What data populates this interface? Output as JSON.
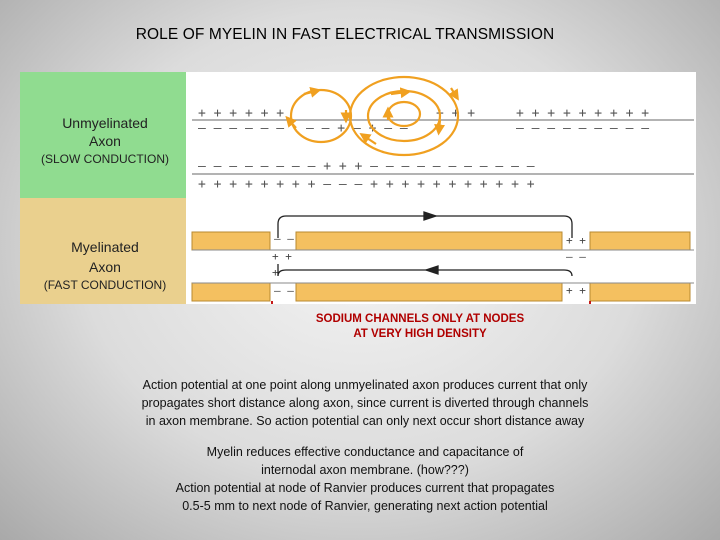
{
  "title": "ROLE OF MYELIN IN FAST ELECTRICAL TRANSMISSION",
  "unmyelinated": {
    "line1": "Unmyelinated",
    "line2": "Axon",
    "speed": "(SLOW CONDUCTION)"
  },
  "myelinated": {
    "line1": "Myelinated",
    "line2": "Axon",
    "speed": "(FAST CONDUCTION)"
  },
  "sodium_note": {
    "line1": "SODIUM CHANNELS ONLY AT NODES",
    "line2": "AT VERY HIGH DENSITY"
  },
  "paragraph1": [
    "Action potential at one point along unmyelinated axon produces current that only",
    "propagates short distance along axon, since current is diverted through channels",
    "in axon membrane.   So action potential can only next occur short distance away"
  ],
  "paragraph2": [
    "Myelin reduces effective conductance and capacitance of",
    "internodal axon membrane. (how???)",
    "Action potential at node of Ranvier produces current that propagates",
    "0.5-5 mm to next node of Ranvier, generating next action potential"
  ],
  "colors": {
    "unmyelinated_panel": "#90dc90",
    "myelinated_panel": "#ead08e",
    "current_arrows": "#f0a020",
    "myelin": "#f4c060",
    "note_text": "#b00000"
  }
}
